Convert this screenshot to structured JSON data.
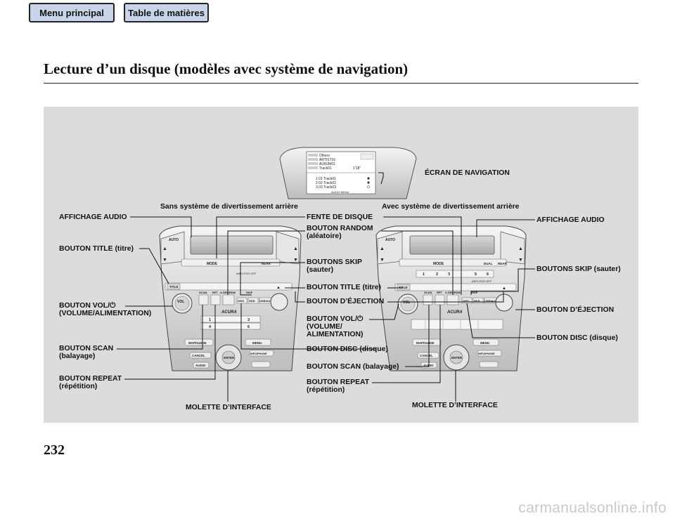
{
  "nav": {
    "menu_label": "Menu principal",
    "toc_label": "Table de matières"
  },
  "page": {
    "title": "Lecture d’un disque (modèles avec système de navigation)",
    "number": "232"
  },
  "watermark": "carmanualsonline.info",
  "figure": {
    "screen_caption": "ÉCRAN DE NAVIGATION",
    "left_caption": "Sans système de divertissement arrière",
    "right_caption": "Avec système de divertissement arrière",
    "labels_left": {
      "audio_display": "AFFICHAGE AUDIO",
      "title_button": "BOUTON TITLE (titre)",
      "vol_1": "BOUTON VOL/⏻",
      "vol_2": "(VOLUME/ALIMENTATION)",
      "scan_1": "BOUTON SCAN",
      "scan_2": "(balayage)",
      "repeat_1": "BOUTON REPEAT",
      "repeat_2": "(répétition)",
      "knob": "MOLETTE D’INTERFACE"
    },
    "labels_center": {
      "disc_slot": "FENTE DE DISQUE",
      "random_1": "BOUTON RANDOM",
      "random_2": "(aléatoire)",
      "skip_1": "BOUTONS SKIP",
      "skip_2": "(sauter)",
      "title_button": "BOUTON TITLE (titre)",
      "eject": "BOUTON D’ÉJECTION",
      "vol_1": "BOUTON VOL/⏻",
      "vol_2": "(VOLUME/",
      "vol_3": "ALIMENTATION)",
      "disc": "BOUTON DISC (disque)",
      "scan": "BOUTON SCAN (balayage)",
      "repeat_1": "BOUTON REPEAT",
      "repeat_2": "(répétition)"
    },
    "labels_right": {
      "audio_display": "AFFICHAGE AUDIO",
      "skip": "BOUTONS SKIP (sauter)",
      "eject": "BOUTON D’ÉJECTION",
      "disc": "BOUTON DISC (disque)",
      "knob": "MOLETTE D’INTERFACE"
    },
    "screen": {
      "rows": [
        "Others",
        "ARTIST01",
        "ALBUM01",
        "Track01"
      ],
      "tracks": [
        "1  01 Track01",
        "2  02 Track02",
        "3  03 Track03"
      ],
      "time": "1'18\"",
      "footer": "AUDIO MENU"
    },
    "console_text": {
      "auto": "AUTO",
      "mode": "MODE",
      "dual": "DUAL",
      "rear": "REAR",
      "title": "TITLE",
      "vol": "VOL",
      "scan": "SCAN",
      "rpt": "RPT",
      "arandom": "A.SEL/RDM",
      "skip": "SKIP",
      "disc": "DISC",
      "hdd": "HDD",
      "usbaux": "USB/AUX",
      "acura": "ACURA",
      "mapguide": "MAP/GUIDE",
      "menu": "MENU",
      "cancel": "CANCEL",
      "audio": "AUDIO",
      "enter": "ENTER",
      "infophone": "INFO/PHONE",
      "antifog": "ANTI-FOG OFF",
      "presets": [
        "1",
        "2",
        "3",
        "4",
        "5",
        "6"
      ]
    }
  }
}
